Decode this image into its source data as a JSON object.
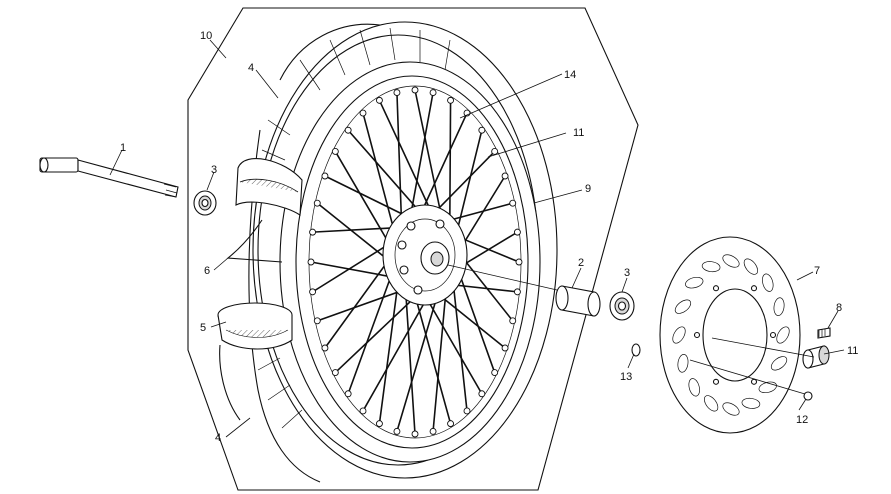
{
  "callouts": {
    "c1": "1",
    "c2": "2",
    "c3a": "3",
    "c3b": "3",
    "c4a": "4",
    "c4b": "4",
    "c5": "5",
    "c6": "6",
    "c7": "7",
    "c8": "8",
    "c9": "9",
    "c10": "10",
    "c11a": "11",
    "c11b": "11",
    "c12": "12",
    "c13": "13",
    "c14": "14"
  }
}
